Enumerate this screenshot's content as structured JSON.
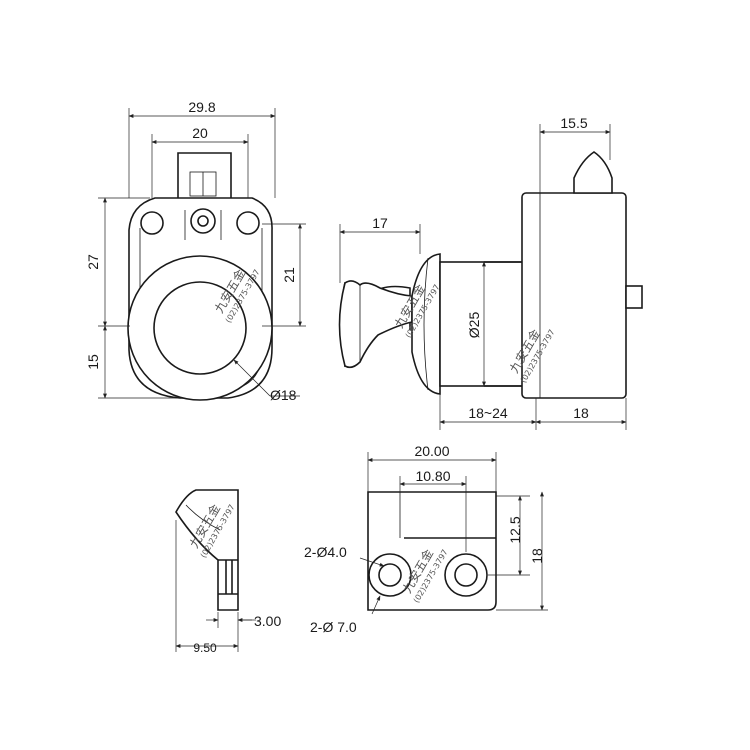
{
  "dimensions": {
    "front_width": "29.8",
    "front_inner_width": "20",
    "front_height_upper": "27",
    "front_height_lower": "15",
    "front_right_height": "21",
    "front_diameter": "Ø18",
    "side_knob_length": "17",
    "side_top_width": "15.5",
    "side_diameter": "Ø25",
    "side_range": "18~24",
    "side_base": "18",
    "small_width": "9.50",
    "small_thickness": "3.00",
    "plate_width": "20.00",
    "plate_inner": "10.80",
    "plate_height_upper": "12.5",
    "plate_height": "18",
    "hole_small": "2-Ø4.0",
    "hole_large": "2-Ø 7.0"
  },
  "watermark": {
    "name": "九安五金",
    "phone": "(02)2375-3797"
  }
}
